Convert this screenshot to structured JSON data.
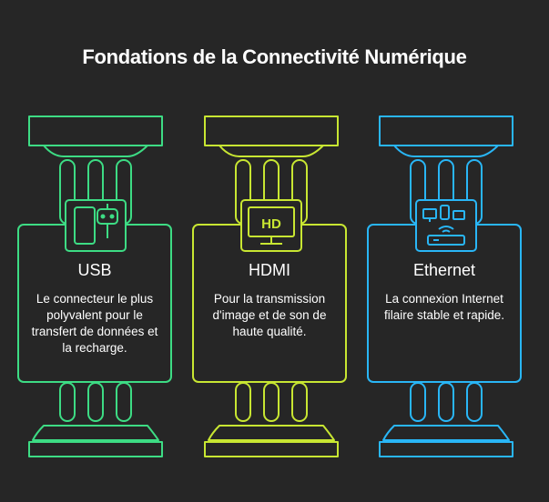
{
  "title": "Fondations de la Connectivité Numérique",
  "pillars": [
    {
      "label": "USB",
      "description": "Le connecteur le plus polyvalent pour le transfert de données et la recharge.",
      "icon": "usb-device-icon",
      "color": "#3ddc84"
    },
    {
      "label": "HDMI",
      "description": "Pour la transmission d'image et de son de haute qualité.",
      "icon": "hd-monitor-icon",
      "color": "#c8e632"
    },
    {
      "label": "Ethernet",
      "description": "La connexion Internet filaire stable et rapide.",
      "icon": "network-router-icon",
      "color": "#29b6f6"
    }
  ]
}
